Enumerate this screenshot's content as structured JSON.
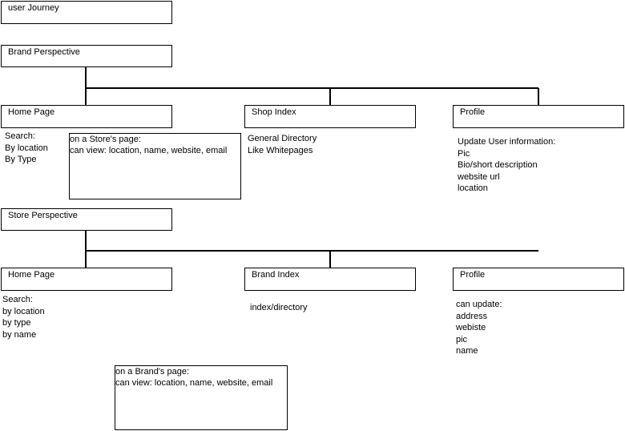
{
  "title": "user Journey",
  "brand": {
    "root": "Brand Perspective",
    "nodes": [
      "Home Page",
      "Shop Index",
      "Profile"
    ],
    "home_notes": [
      "Search:",
      "By location",
      "By Type"
    ],
    "store_page": [
      "on a Store's page:",
      "can view: location, name, website, email"
    ],
    "shop_notes": [
      "General Directory",
      "Like Whitepages"
    ],
    "profile_notes": [
      "Update User information:",
      "Pic",
      "Bio/short description",
      "website url",
      "location"
    ]
  },
  "store": {
    "root": "Store Perspective",
    "nodes": [
      "Home Page",
      "Brand Index",
      "Profile"
    ],
    "home_notes": [
      "Search:",
      "by location",
      "by type",
      "by name"
    ],
    "brand_notes": [
      "index/directory"
    ],
    "profile_notes": [
      "can update:",
      "address",
      "webiste",
      "pic",
      "name"
    ],
    "brand_page": [
      "on a Brand's page:",
      "can view: location, name, website, email"
    ]
  }
}
